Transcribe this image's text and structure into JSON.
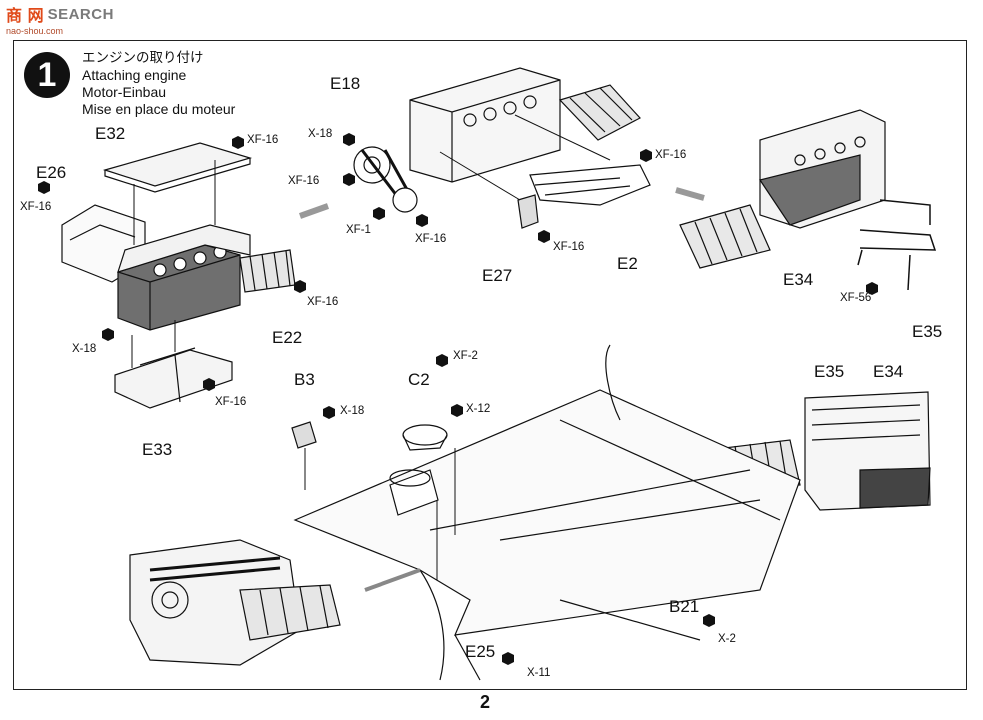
{
  "watermark": {
    "cn": "商 网",
    "en": "SEARCH",
    "url": "nao-shou.com"
  },
  "step": {
    "number": "1",
    "title_jp": "エンジンの取り付け",
    "title_en": "Attaching engine",
    "title_de": "Motor-Einbau",
    "title_fr": "Mise en place du moteur"
  },
  "parts": {
    "e32": "E32",
    "e26": "E26",
    "e22": "E22",
    "e33": "E33",
    "e18": "E18",
    "e27": "E27",
    "e2": "E2",
    "e34a": "E34",
    "e35a": "E35",
    "e35b": "E35",
    "e34b": "E34",
    "b3": "B3",
    "c2": "C2",
    "b21": "B21",
    "e25": "E25"
  },
  "screws": {
    "xf16_e32": "XF-16",
    "xf16_e26": "XF-16",
    "xf16_e22": "XF-16",
    "x18_left": "X-18",
    "xf16_e33": "XF-16",
    "x18_e18": "X-18",
    "xf16_e18": "XF-16",
    "xf1": "XF-1",
    "xf16_e18b": "XF-16",
    "xf16_e27": "XF-16",
    "xf16_e2": "XF-16",
    "xf56": "XF-56",
    "x18_b3": "X-18",
    "xf2": "XF-2",
    "x12": "X-12",
    "x2": "X-2",
    "x11": "X-11"
  },
  "page_number": "2"
}
